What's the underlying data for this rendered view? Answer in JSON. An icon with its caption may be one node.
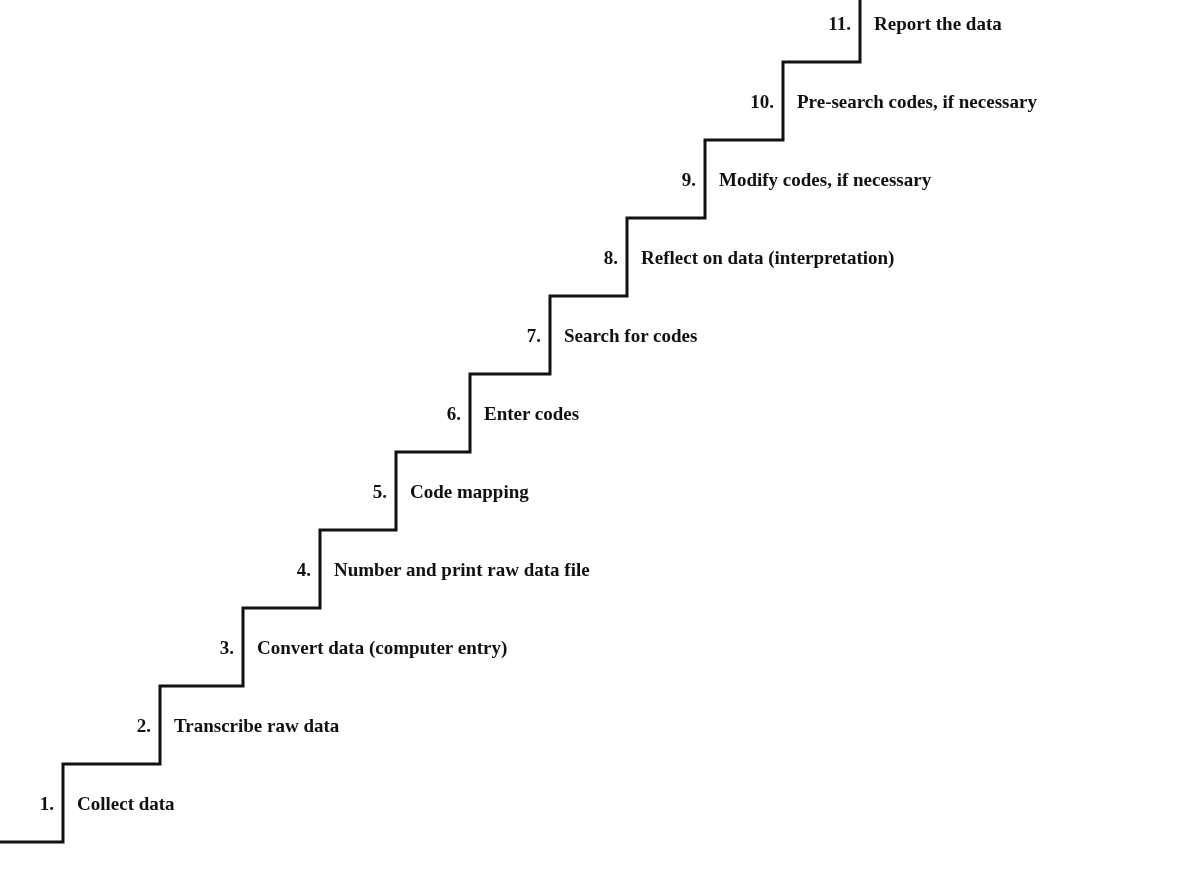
{
  "diagram": {
    "labels": [
      "1.",
      "Collect data",
      "2.",
      "Transcribe raw data",
      "3.",
      "Convert data (computer entry)",
      "4.",
      "Number and print raw data file",
      "5.",
      "Code mapping",
      "6.",
      "Enter codes",
      "7.",
      "Search for codes",
      "8.",
      "Reflect on data (interpretation)",
      "9.",
      "Modify codes, if necessary",
      "10.",
      "Pre-search codes, if necessary",
      "11.",
      "Report the data"
    ]
  }
}
